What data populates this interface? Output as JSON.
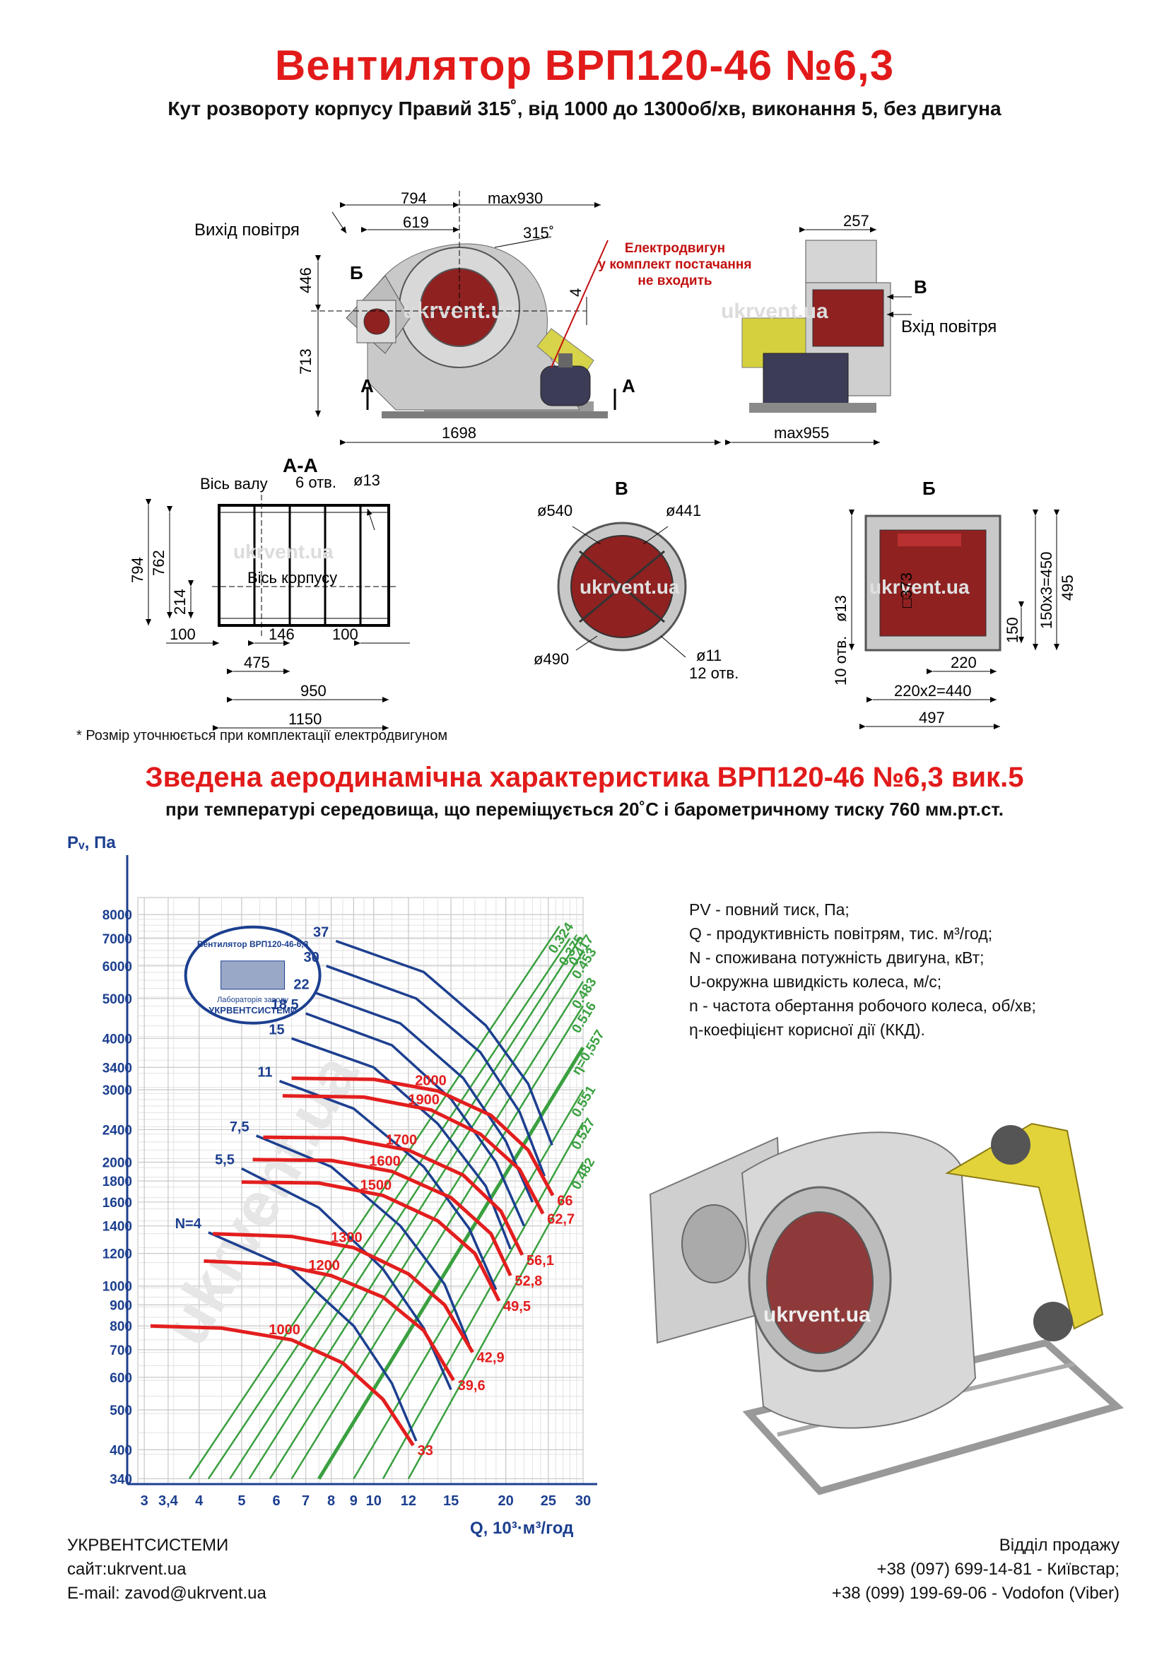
{
  "header": {
    "title": "Вентилятор  ВРП120-46 №6,3",
    "subtitle": "Кут розвороту корпусу Правий 315˚, від 1000 до 1300об/хв, виконання 5, без двигуна"
  },
  "drawing": {
    "main_view": {
      "dims": [
        "794",
        "max930",
        "619",
        "315˚",
        "446",
        "713",
        "4",
        "1698"
      ],
      "labels": {
        "air_outlet": "Вихід повітря",
        "section_b": "Б",
        "section_a_left": "А",
        "section_a_right": "А"
      },
      "motor_note": [
        "Електродвигун",
        "у комплект постачання",
        "не входить"
      ],
      "watermark": "ukrvent.ua"
    },
    "side_view": {
      "dims": [
        "257",
        "max955"
      ],
      "labels": {
        "section_v": "В",
        "air_inlet": "Вхід повітря"
      },
      "watermark": "ukrvent.ua"
    },
    "section_aa": {
      "title": "А-А",
      "labels": {
        "shaft_axis": "Вісь валу",
        "holes": "6 отв.",
        "hole_dia": "ø13",
        "body_axis": "Вісь корпусу"
      },
      "dims": [
        "794",
        "762",
        "214",
        "100",
        "146",
        "100",
        "475",
        "950",
        "1150"
      ],
      "watermark": "ukrvent.ua"
    },
    "view_v": {
      "title": "В",
      "dims": [
        "ø540",
        "ø441",
        "ø490",
        "ø11",
        "12 отв."
      ],
      "watermark": "ukrvent.ua"
    },
    "view_b": {
      "title": "Б",
      "dims": [
        "ø13",
        "10 отв.",
        "□373",
        "150x3=450",
        "495",
        "150",
        "220",
        "220x2=440",
        "497"
      ],
      "watermark": "ukrvent.ua"
    },
    "footnote": "* Розмір уточнюється при комплектації електродвигуном"
  },
  "chart_heading": {
    "title": "Зведена аеродинамічна характеристика ВРП120-46 №6,3 вик.5",
    "subtitle": "при температурі середовища, що переміщується 20˚С і барометричному тиску 760 мм.рт.ст."
  },
  "chart_data": {
    "type": "line",
    "log_scale": true,
    "xlabel": "Q, 10³·м³/год",
    "ylabel": "Pᵥ, Па",
    "x_ticks": [
      "3",
      "3,4",
      "4",
      "5",
      "6",
      "7",
      "8",
      "9",
      "10",
      "12",
      "15",
      "20",
      "25",
      "30"
    ],
    "y_ticks": [
      "340",
      "400",
      "500",
      "600",
      "700",
      "800",
      "900",
      "1000",
      "1200",
      "1400",
      "1600",
      "1800",
      "2000",
      "2400",
      "3000",
      "3400",
      "4000",
      "5000",
      "6000",
      "7000",
      "8000"
    ],
    "xlim": [
      2.9,
      30
    ],
    "ylim": [
      330,
      8800
    ],
    "grid": true,
    "speed_curves": [
      {
        "n": "1000",
        "left_u": "",
        "right_u": "33",
        "points": [
          [
            3.1,
            800
          ],
          [
            4.5,
            790
          ],
          [
            6.5,
            740
          ],
          [
            8.5,
            650
          ],
          [
            10.5,
            530
          ],
          [
            12.3,
            410
          ]
        ]
      },
      {
        "n": "1200",
        "left_u": "",
        "right_u": "39,6",
        "points": [
          [
            4.1,
            1150
          ],
          [
            6,
            1130
          ],
          [
            8,
            1060
          ],
          [
            10.5,
            940
          ],
          [
            13,
            780
          ],
          [
            15.2,
            590
          ]
        ]
      },
      {
        "n": "1300",
        "left_u": "",
        "right_u": "42,9",
        "points": [
          [
            4.3,
            1340
          ],
          [
            6.5,
            1320
          ],
          [
            9,
            1240
          ],
          [
            12,
            1070
          ],
          [
            14.5,
            900
          ],
          [
            16.8,
            690
          ]
        ]
      },
      {
        "n": "1500",
        "left_u": "",
        "right_u": "49,5",
        "points": [
          [
            5,
            1790
          ],
          [
            7.5,
            1780
          ],
          [
            10.5,
            1660
          ],
          [
            14,
            1440
          ],
          [
            17,
            1200
          ],
          [
            19.3,
            920
          ]
        ]
      },
      {
        "n": "1600",
        "left_u": "",
        "right_u": "52,8",
        "points": [
          [
            5.3,
            2030
          ],
          [
            8,
            2020
          ],
          [
            11,
            1900
          ],
          [
            15,
            1640
          ],
          [
            18.5,
            1340
          ],
          [
            20.5,
            1060
          ]
        ]
      },
      {
        "n": "1700",
        "left_u": "",
        "right_u": "56,1",
        "points": [
          [
            5.6,
            2300
          ],
          [
            8.5,
            2290
          ],
          [
            12,
            2140
          ],
          [
            16,
            1860
          ],
          [
            19.5,
            1520
          ],
          [
            21.8,
            1190
          ]
        ]
      },
      {
        "n": "1900",
        "left_u": "",
        "right_u": "62,7",
        "points": [
          [
            6.2,
            2900
          ],
          [
            9.5,
            2880
          ],
          [
            13.5,
            2680
          ],
          [
            17.5,
            2340
          ],
          [
            21.5,
            1920
          ],
          [
            24.3,
            1500
          ]
        ]
      },
      {
        "n": "2000",
        "left_u": "",
        "right_u": "66",
        "points": [
          [
            6.5,
            3200
          ],
          [
            10,
            3180
          ],
          [
            14,
            2980
          ],
          [
            18.5,
            2600
          ],
          [
            22.5,
            2140
          ],
          [
            25.6,
            1660
          ]
        ]
      }
    ],
    "power_curves": [
      {
        "label": "N=4",
        "points": [
          [
            4.2,
            1350
          ],
          [
            6.5,
            1100
          ],
          [
            9,
            800
          ],
          [
            11,
            580
          ],
          [
            12.5,
            420
          ]
        ]
      },
      {
        "label": "5,5",
        "points": [
          [
            5,
            1930
          ],
          [
            7.5,
            1550
          ],
          [
            10.5,
            1100
          ],
          [
            13,
            790
          ],
          [
            15,
            560
          ]
        ]
      },
      {
        "label": "7,5",
        "points": [
          [
            5.4,
            2320
          ],
          [
            8,
            1950
          ],
          [
            11.5,
            1400
          ],
          [
            14.5,
            1010
          ],
          [
            16.5,
            720
          ]
        ]
      },
      {
        "label": "11",
        "points": [
          [
            6.1,
            3150
          ],
          [
            9,
            2700
          ],
          [
            13,
            1950
          ],
          [
            16.5,
            1380
          ],
          [
            19,
            980
          ]
        ]
      },
      {
        "label": "15",
        "points": [
          [
            6.5,
            4000
          ],
          [
            10,
            3400
          ],
          [
            14,
            2480
          ],
          [
            18,
            1750
          ],
          [
            20.5,
            1230
          ]
        ]
      },
      {
        "label": "18,5",
        "points": [
          [
            7,
            4600
          ],
          [
            11,
            3850
          ],
          [
            15,
            2850
          ],
          [
            19,
            2000
          ],
          [
            22,
            1400
          ]
        ]
      },
      {
        "label": "22",
        "points": [
          [
            7.4,
            5150
          ],
          [
            11.5,
            4350
          ],
          [
            16,
            3200
          ],
          [
            20,
            2250
          ],
          [
            23,
            1600
          ]
        ]
      },
      {
        "label": "30",
        "points": [
          [
            7.8,
            6000
          ],
          [
            12.5,
            5000
          ],
          [
            17.5,
            3700
          ],
          [
            21.5,
            2650
          ],
          [
            24.5,
            1850
          ]
        ]
      },
      {
        "label": "37",
        "points": [
          [
            8.2,
            6900
          ],
          [
            13,
            5800
          ],
          [
            18,
            4300
          ],
          [
            22.5,
            3100
          ],
          [
            25.5,
            2200
          ]
        ]
      }
    ],
    "efficiency_lines": [
      {
        "label": "0.324",
        "points": [
          [
            3.8,
            340
          ],
          [
            26.5,
            7500
          ]
        ]
      },
      {
        "label": "0.375",
        "points": [
          [
            4.2,
            340
          ],
          [
            28,
            7000
          ]
        ]
      },
      {
        "label": "0.417",
        "points": [
          [
            4.7,
            340
          ],
          [
            29.5,
            7000
          ]
        ]
      },
      {
        "label": "0.453",
        "points": [
          [
            5.2,
            340
          ],
          [
            30,
            6500
          ]
        ]
      },
      {
        "label": "0.483",
        "points": [
          [
            5.8,
            340
          ],
          [
            30,
            5500
          ]
        ]
      },
      {
        "label": "0.516",
        "points": [
          [
            6.5,
            340
          ],
          [
            30,
            4800
          ]
        ]
      },
      {
        "label": "η=0,557",
        "points": [
          [
            7.5,
            340
          ],
          [
            30,
            3800
          ]
        ]
      },
      {
        "label": "0.551",
        "points": [
          [
            9,
            340
          ],
          [
            30,
            3000
          ]
        ]
      },
      {
        "label": "0.527",
        "points": [
          [
            10.5,
            340
          ],
          [
            30,
            2500
          ]
        ]
      },
      {
        "label": "0.482",
        "points": [
          [
            12,
            340
          ],
          [
            30,
            2000
          ]
        ]
      }
    ],
    "colors": {
      "speed": "#e31e1e",
      "power": "#1c3f8f",
      "efficiency": "#3aa040"
    },
    "logo_text": {
      "top": "Вентилятор ВРП120-46-6,3",
      "bottom": "УКРВЕНТСИСТЕМИ",
      "lab": "Лабораторія заводу"
    },
    "watermark": "ukrvent.ua"
  },
  "legend": [
    "PV - повний тиск, Па;",
    "Q - продуктивність повітрям, тис. м³/год;",
    "N - споживана потужність двигуна, кВт;",
    "U-окружна швидкість колеса, м/с;",
    "n - частота обертання робочого колеса, об/хв;",
    "η-коефіцієнт корисної дії (ККД)."
  ],
  "render_watermark": "ukrvent.ua",
  "footer": {
    "company": "УКРВЕНТСИСТЕМИ",
    "site": "сайт:ukrvent.ua",
    "email": "E-mail: zavod@ukrvent.ua",
    "sales_title": "Відділ продажу",
    "phone1": "+38 (097) 699-14-81 - Київстар;",
    "phone2": "+38 (099) 199-69-06 - Vodofon (Viber)"
  }
}
